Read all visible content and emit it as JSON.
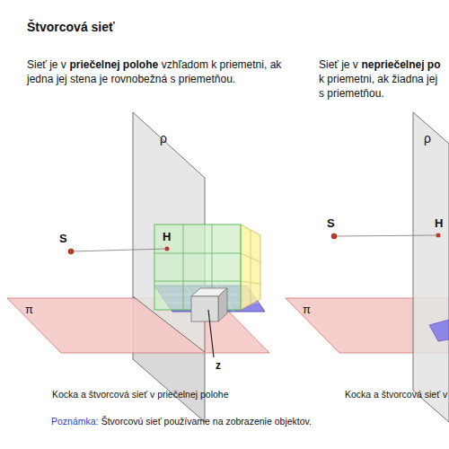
{
  "diagram": {
    "title": "Štvorcová sieť",
    "labels": [
      "Sieť je v",
      "priečelnej polohe",
      "vzhľadom k priemetni, ak jedna jej stena je rovnobežná s priemetňou.",
      "Sieť je v",
      "nepriečelnej po",
      "k priemetni, ak žiadna jej",
      "s priemetňou.",
      "ρ",
      "S",
      "H",
      "π",
      "z",
      "ρ",
      "S",
      "H",
      "π",
      "Kocka a štvorcová sieť v priečelnej polohe",
      "Kocka a štvorcová sieť v",
      "Poznámka:",
      "Štvorcovú sieť používame na zobrazenie objektov."
    ]
  }
}
